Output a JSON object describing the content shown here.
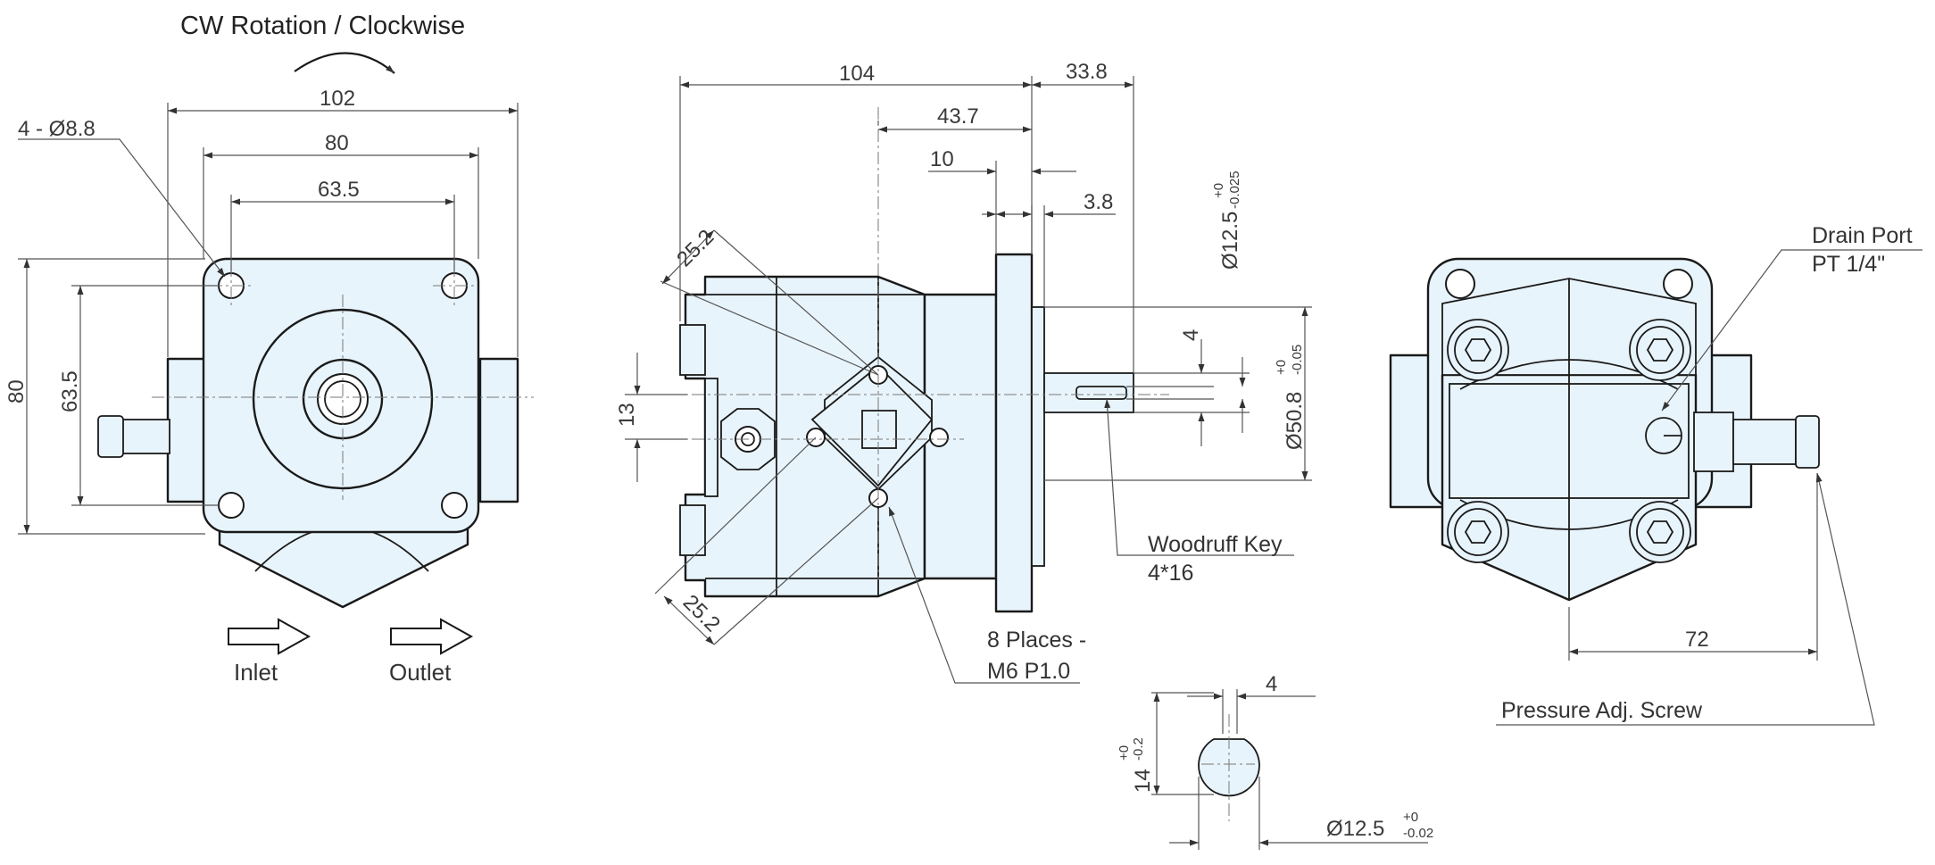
{
  "title": "CW Rotation / Clockwise",
  "front_view": {
    "hole_callout": "4 - Ø8.8",
    "dim_102": "102",
    "dim_80_h": "80",
    "dim_63_5_h": "63.5",
    "dim_80_v": "80",
    "dim_63_5_v": "63.5",
    "inlet_label": "Inlet",
    "outlet_label": "Outlet"
  },
  "side_view": {
    "dim_104": "104",
    "dim_33_8": "33.8",
    "dim_43_7": "43.7",
    "dim_10": "10",
    "dim_3_8": "3.8",
    "dim_25_2_top": "25.2",
    "dim_25_2_bottom": "25.2",
    "dim_13": "13",
    "dim_4": "4",
    "shaft_dia": "Ø12.5",
    "shaft_tol_upper": "+0",
    "shaft_tol_lower": "-0.025",
    "pilot_dia": "Ø50.8",
    "pilot_tol_upper": "+0",
    "pilot_tol_lower": "-0.05",
    "woodruff_label": "Woodruff Key",
    "woodruff_size": "4*16",
    "places_label": "8 Places -",
    "thread_label": "M6 P1.0"
  },
  "shaft_section": {
    "dim_4": "4",
    "dim_14": "14",
    "tol_upper": "+0",
    "tol_lower": "-0.2",
    "dia_label": "Ø12.5",
    "dia_tol_upper": "+0",
    "dia_tol_lower": "-0.02"
  },
  "rear_view": {
    "drain_label": "Drain Port",
    "drain_thread": "PT 1/4\"",
    "dim_72": "72",
    "pressure_label": "Pressure Adj. Screw"
  }
}
